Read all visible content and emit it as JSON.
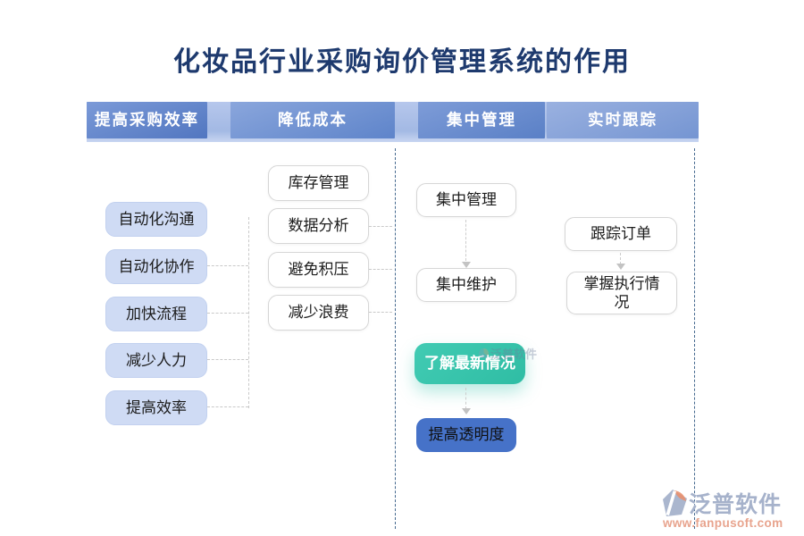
{
  "title": "化妆品行业采购询价管理系统的作用",
  "categories": [
    {
      "label": "提高采购效率"
    },
    {
      "label": "降低成本"
    },
    {
      "label": "集中管理"
    },
    {
      "label": "实时跟踪"
    }
  ],
  "groups": {
    "efficiency": {
      "items": [
        "自动化沟通",
        "自动化协作",
        "加快流程",
        "减少人力",
        "提高效率"
      ]
    },
    "cost": {
      "items": [
        "库存管理",
        "数据分析",
        "避免积压",
        "减少浪费"
      ]
    },
    "central": {
      "items": [
        "集中管理",
        "集中维护",
        "了解最新情况",
        "提高透明度"
      ]
    },
    "tracking": {
      "items": [
        "跟踪订单",
        "掌握执行情况"
      ]
    }
  },
  "watermark": {
    "brand": "泛普软件",
    "url": "www.fanpusoft.com"
  },
  "colors": {
    "title": "#1E3A6E",
    "tab_blue_dark": "#5277BE",
    "tab_blue_light": "#8AA6DC",
    "header_bar": "#A9BEE6",
    "node_lavender": "#CFDBF4",
    "node_white": "#FFFFFF",
    "node_teal": "#36C2A9",
    "node_blue": "#4672C8",
    "guide_line_blue": "#44688E",
    "connector_gray": "#C9C9C9",
    "brand_gray": "#A6B2CB",
    "brand_orange": "#E8A48E"
  }
}
